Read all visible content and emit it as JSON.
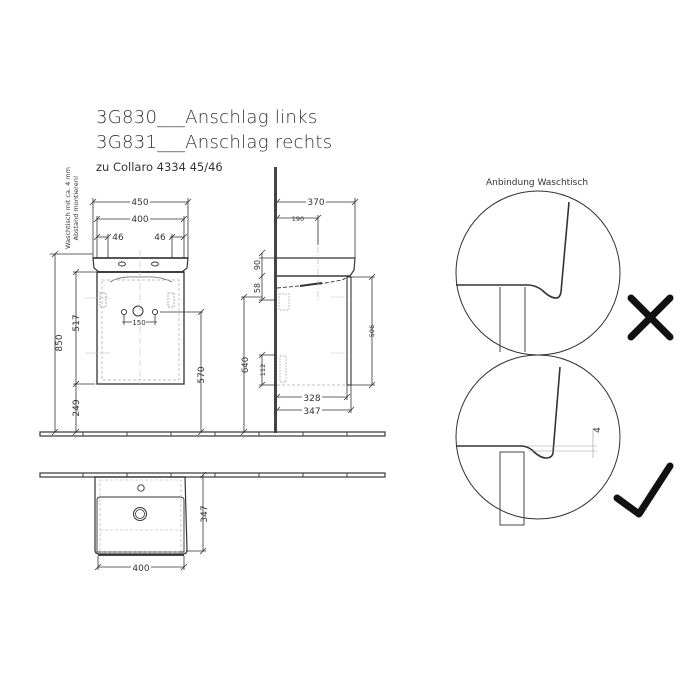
{
  "header": {
    "line1": "3G830___Anschlag links",
    "line2": "3G831___Anschlag rechts",
    "subtitle": "zu Collaro 4334 45/46"
  },
  "front_view": {
    "note_line1": "Waschtisch mit ca. 4 mm",
    "note_line2": "Abstand montieren!",
    "dim_total_width": "450",
    "dim_inner_width": "400",
    "dim_left_offset": "46",
    "dim_right_offset": "46",
    "dim_hole_spacing": "150",
    "dim_total_height": "850",
    "dim_cabinet_height": "517",
    "dim_floor_clearance": "249",
    "dim_mount_height": "570"
  },
  "side_view": {
    "dim_basin_depth": "370",
    "dim_drain_offset": "190",
    "dim_basin_height": "90",
    "dim_gap": "58",
    "dim_mount_height": "640",
    "dim_bottom_offset": "112",
    "dim_cabinet_height": "506",
    "dim_inner_depth": "328",
    "dim_outer_depth": "347"
  },
  "top_view": {
    "dim_width": "400",
    "dim_depth": "347"
  },
  "detail": {
    "title": "Anbindung Waschtisch",
    "wrong_label": "wrong-mark",
    "right_label": "correct-mark",
    "gap_dim": "4"
  },
  "colors": {
    "line": "#333333",
    "thin": "#777777",
    "dashed": "#aaaaaa",
    "mark": "#111111"
  }
}
